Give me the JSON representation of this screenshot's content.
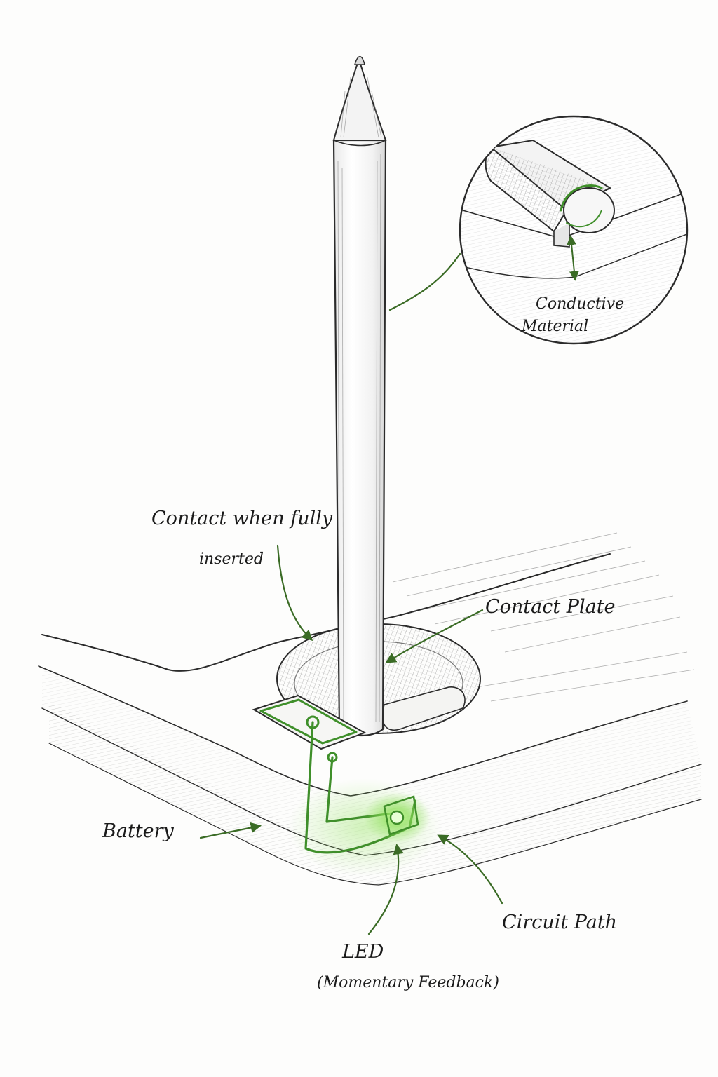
{
  "colors": {
    "ink": "#2b2b2b",
    "circuit_green": "#3f8f2a",
    "glow_green": "#8fe05a",
    "paper": "#fdfdfc"
  },
  "labels": {
    "conductive_material_line1": "Conductive",
    "conductive_material_line2": "Material",
    "contact_when_inserted_line1": "Contact when fully",
    "contact_when_inserted_line2": "inserted",
    "contact_plate": "Contact Plate",
    "battery": "Battery",
    "circuit_path": "Circuit Path",
    "led_line1": "LED",
    "led_line2": "(Momentary Feedback)"
  },
  "icons": {
    "stylus": "stylus-pen-icon",
    "magnifier": "detail-callout-icon",
    "led": "led-light-icon"
  }
}
